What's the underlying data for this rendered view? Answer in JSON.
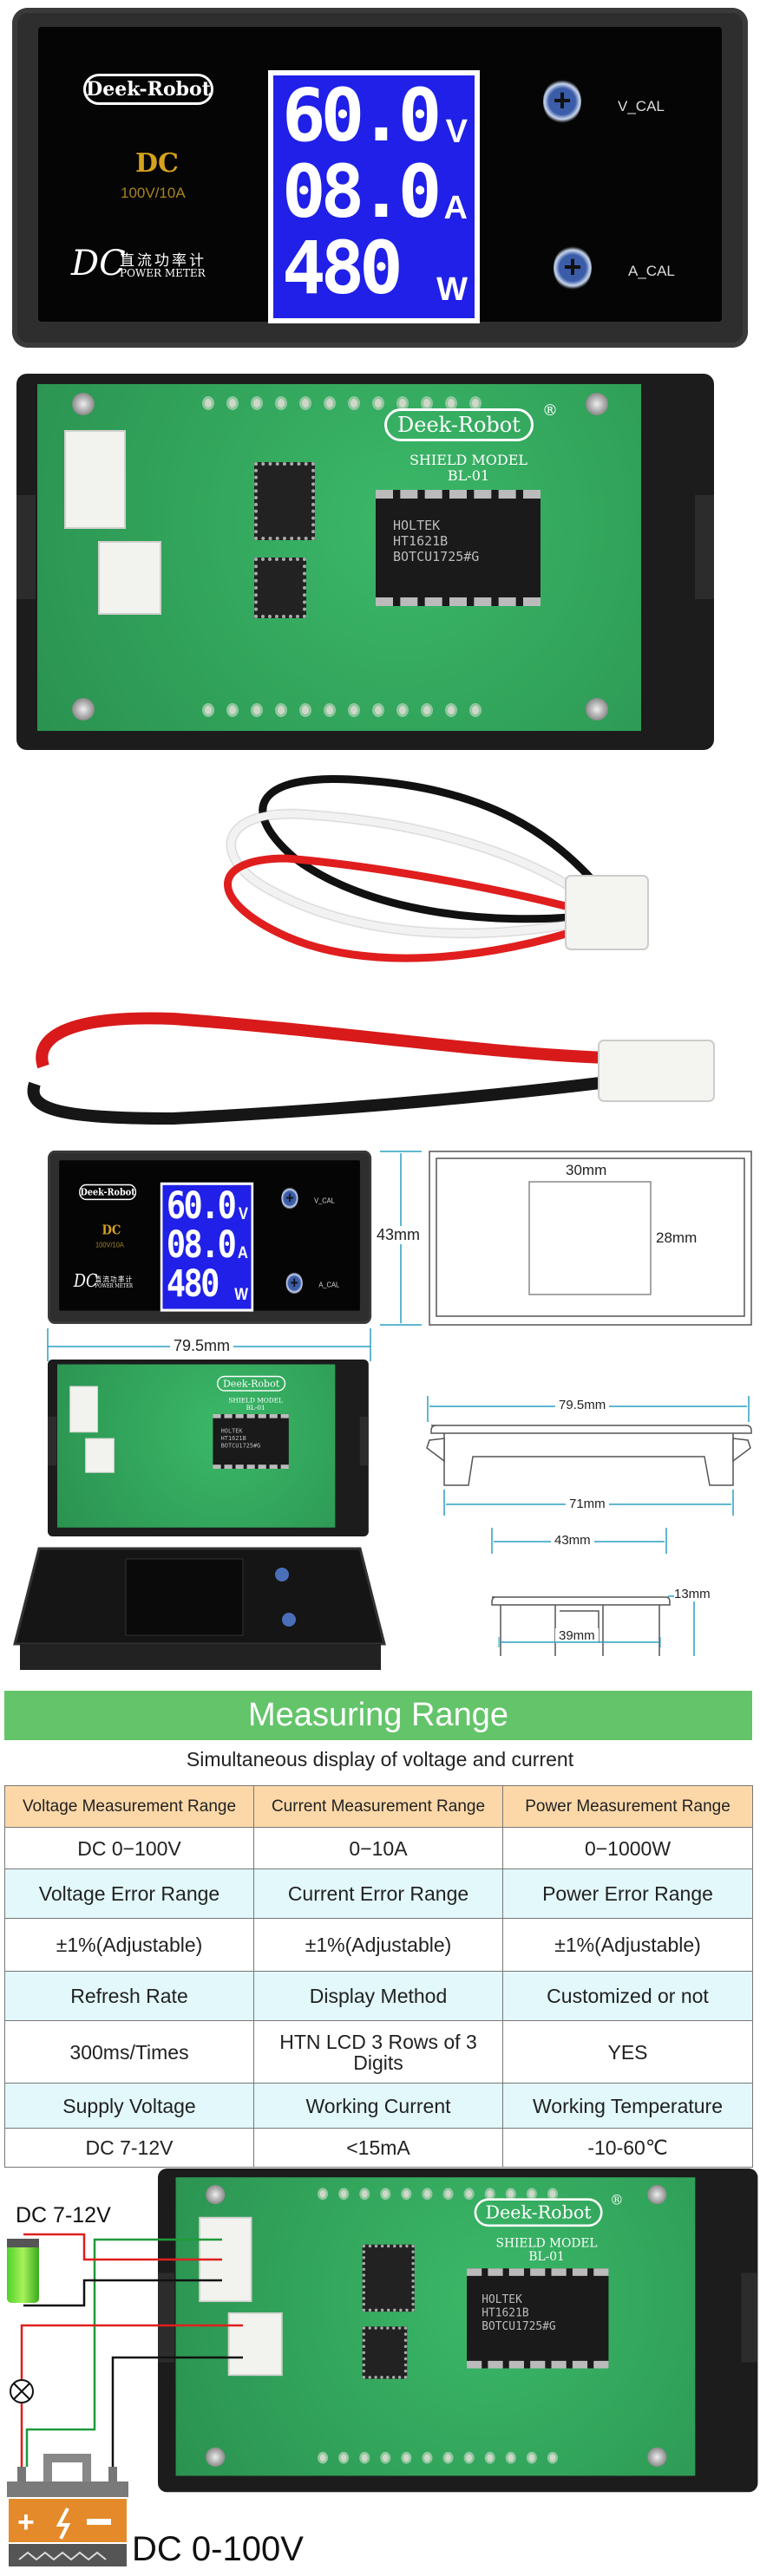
{
  "front_panel": {
    "brand": "Deek-Robot",
    "dc_label": "DC",
    "rating": "100V/10A",
    "dc_italic": "DC",
    "chinese_title": "直流功率计",
    "power_meter": "POWER METER",
    "lcd": [
      {
        "value": "60.0",
        "unit": "V"
      },
      {
        "value": "08.0",
        "unit": "A"
      },
      {
        "value": "480",
        "unit": "W"
      }
    ],
    "v_cal": "V_CAL",
    "a_cal": "A_CAL",
    "lcd_color": "#2020e8"
  },
  "pcb": {
    "brand": "Deek-Robot",
    "registered": "®",
    "model_label": "SHIELD MODEL",
    "model": "BL-01",
    "chip_lines": [
      "HOLTEK",
      "HT1621B",
      "BOTCU1725#G"
    ]
  },
  "dimensions": {
    "height": "43mm",
    "width": "79.5mm",
    "lcd_width": "30mm",
    "lcd_height": "28mm",
    "side_width": "79.5mm",
    "body_width": "71mm",
    "top_width": "43mm",
    "depth": "13mm",
    "body_depth_width": "39mm"
  },
  "section": {
    "title": "Measuring Range",
    "subtitle": "Simultaneous display of voltage and current",
    "accent": "#64c46a"
  },
  "spec_table": {
    "rows": [
      {
        "type": "hdr",
        "cells": [
          "Voltage Measurement Range",
          "Current Measurement Range",
          "Power Measurement Range"
        ]
      },
      {
        "type": "val",
        "cells": [
          "DC 0−100V",
          "0−10A",
          "0−1000W"
        ]
      },
      {
        "type": "lbl",
        "cells": [
          "Voltage Error Range",
          "Current Error Range",
          "Power Error Range"
        ]
      },
      {
        "type": "val",
        "cells": [
          "±1%(Adjustable)",
          "±1%(Adjustable)",
          "±1%(Adjustable)"
        ]
      },
      {
        "type": "lbl",
        "cells": [
          "Refresh Rate",
          "Display Method",
          "Customized or not"
        ]
      },
      {
        "type": "val",
        "cells": [
          "300ms/Times",
          "HTN LCD 3 Rows of 3 Digits",
          "YES"
        ]
      },
      {
        "type": "lbl",
        "cells": [
          "Supply Voltage",
          "Working Current",
          "Working Temperature"
        ]
      },
      {
        "type": "val",
        "cells": [
          "DC 7-12V",
          "<15mA",
          "-10-60℃"
        ]
      }
    ]
  },
  "wiring": {
    "supply_label": "DC 7-12V",
    "measure_label": "DC 0-100V"
  }
}
